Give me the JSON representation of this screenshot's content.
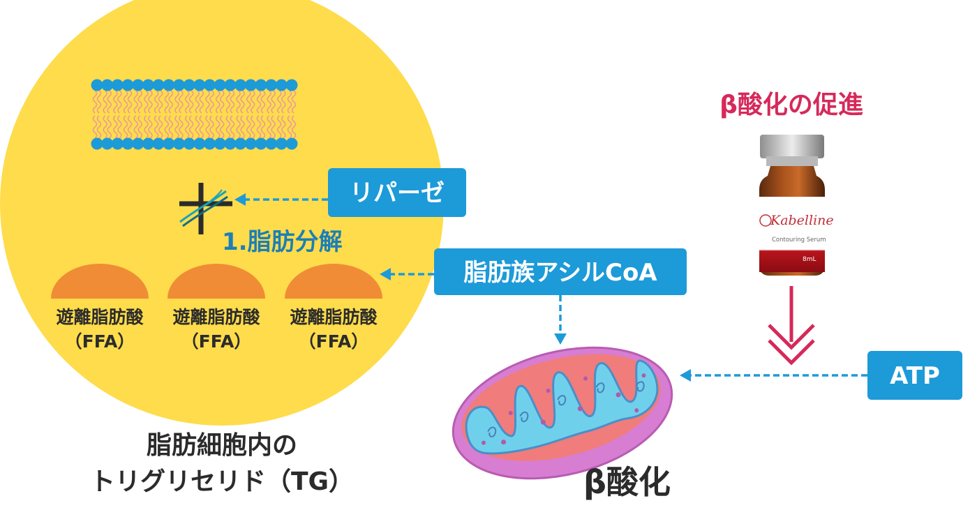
{
  "labels": {
    "lipase": "リパーゼ",
    "step1": "1.脂肪分解",
    "acyl_coa": "脂肪族アシルCoA",
    "ffa_name": "遊離脂肪酸",
    "ffa_abbr": "（FFA）",
    "cell_line1": "脂肪細胞内の",
    "cell_line2": "トリグリセリド（TG）",
    "beta_oxidation": "β酸化",
    "promotion": "β酸化の促進",
    "atp": "ATP"
  },
  "product": {
    "brand": "Kabelline",
    "subtitle": "Contouring Serum",
    "volume": "8mL"
  },
  "colors": {
    "cell": "#fedc4b",
    "label_box": "#1d9ad8",
    "arrow": "#1d9ad8",
    "ffa_cap": "#f08c36",
    "membrane_head": "#1d9ad8",
    "mito_outer": "#d77ed2",
    "mito_inner": "#f07c7c",
    "mito_matrix": "#6fd0ec",
    "promotion_text": "#d6295a",
    "promotion_arrow": "#d6295a"
  }
}
